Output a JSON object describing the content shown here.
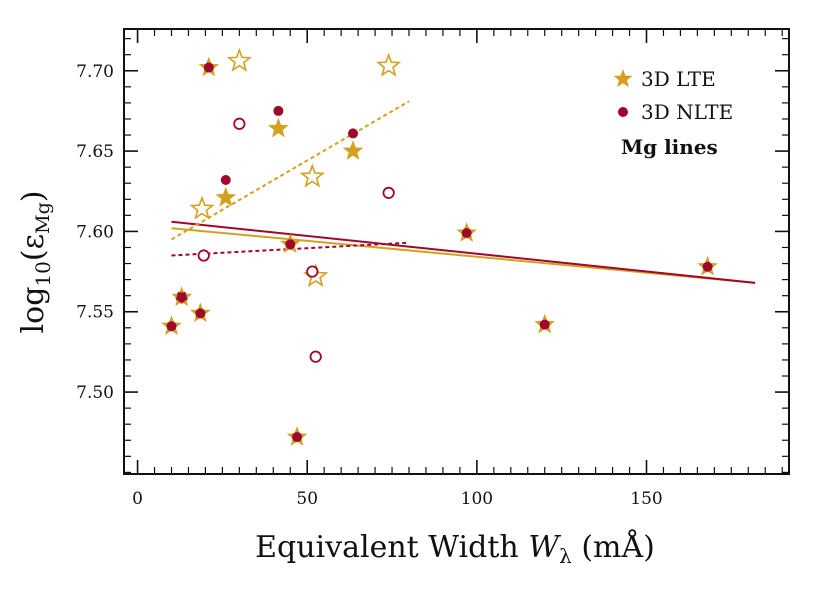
{
  "colors": {
    "lte": "#D4A020",
    "nlte": "#A0082A",
    "axis": "#111111"
  },
  "chart_data": {
    "type": "scatter",
    "xlabel_parts": [
      "Equivalent Width ",
      "W",
      "λ",
      " (mÅ)"
    ],
    "ylabel_parts": [
      "log",
      "10",
      "(ε",
      "Mg",
      ")"
    ],
    "xlim": [
      -4,
      192
    ],
    "ylim": [
      7.449,
      7.726
    ],
    "xticks": [
      0,
      50,
      100,
      150
    ],
    "xtick_labels": [
      "0",
      "50",
      "100",
      "150"
    ],
    "yticks": [
      7.5,
      7.55,
      7.6,
      7.65,
      7.7
    ],
    "ytick_labels": [
      "7.50",
      "7.55",
      "7.60",
      "7.65",
      "7.70"
    ],
    "legend_position": "top-right",
    "legend": {
      "lte": "3D LTE",
      "nlte": "3D NLTE",
      "title": "Mg lines"
    },
    "series": [
      {
        "name": "3D LTE",
        "marker": "star",
        "filled": [
          [
            10,
            7.541
          ],
          [
            13,
            7.559
          ],
          [
            18.5,
            7.549
          ],
          [
            21,
            7.702
          ],
          [
            26,
            7.621
          ],
          [
            41.5,
            7.664
          ],
          [
            45,
            7.592
          ],
          [
            47,
            7.472
          ],
          [
            63.5,
            7.65
          ],
          [
            97,
            7.599
          ],
          [
            120,
            7.542
          ],
          [
            168,
            7.578
          ]
        ],
        "open": [
          [
            19,
            7.614
          ],
          [
            30,
            7.706
          ],
          [
            51.5,
            7.634
          ],
          [
            52.5,
            7.572
          ],
          [
            74,
            7.703
          ]
        ]
      },
      {
        "name": "3D NLTE",
        "marker": "circle",
        "filled": [
          [
            10,
            7.541
          ],
          [
            13,
            7.559
          ],
          [
            18.5,
            7.549
          ],
          [
            21,
            7.702
          ],
          [
            26,
            7.632
          ],
          [
            41.5,
            7.675
          ],
          [
            45,
            7.592
          ],
          [
            47,
            7.472
          ],
          [
            63.5,
            7.661
          ],
          [
            97,
            7.599
          ],
          [
            120,
            7.542
          ],
          [
            168,
            7.578
          ]
        ],
        "open": [
          [
            13,
            7.559
          ],
          [
            19.5,
            7.585
          ],
          [
            30,
            7.667
          ],
          [
            51.5,
            7.575
          ],
          [
            52.5,
            7.522
          ],
          [
            74,
            7.624
          ]
        ]
      }
    ],
    "fits": [
      {
        "series": "3D LTE",
        "style": "solid",
        "x": [
          10,
          182
        ],
        "y": [
          7.602,
          7.568
        ]
      },
      {
        "series": "3D NLTE",
        "style": "solid",
        "x": [
          10,
          182
        ],
        "y": [
          7.606,
          7.568
        ]
      },
      {
        "series": "3D LTE",
        "style": "dotted",
        "x": [
          10,
          80
        ],
        "y": [
          7.595,
          7.681
        ]
      },
      {
        "series": "3D NLTE",
        "style": "dotted",
        "x": [
          10,
          80
        ],
        "y": [
          7.585,
          7.593
        ]
      }
    ]
  }
}
